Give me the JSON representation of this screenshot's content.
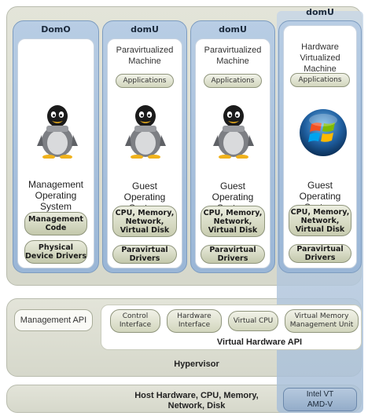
{
  "domains": [
    {
      "header": "DomO",
      "title": "",
      "os": "Management Operating System",
      "components": [
        "Management Code",
        "Physical Device Drivers"
      ],
      "logo": "linux-tux-icon"
    },
    {
      "header": "domU",
      "title": "Paravirtualized Machine",
      "applications": "Applications",
      "os": "Guest Operating System",
      "components": [
        "CPU, Memory, Network, Virtual Disk",
        "Paravirtual Drivers"
      ],
      "logo": "linux-tux-icon"
    },
    {
      "header": "domU",
      "title": "Paravirtualized Machine",
      "applications": "Applications",
      "os": "Guest Operating System",
      "components": [
        "CPU, Memory, Network, Virtual Disk",
        "Paravirtual Drivers"
      ],
      "logo": "linux-tux-icon"
    },
    {
      "header": "domU",
      "title": "Hardware Virtualized Machine",
      "applications": "Applications",
      "os": "Guest Operating System",
      "components": [
        "CPU, Memory, Network, Virtual Disk",
        "Paravirtual Drivers"
      ],
      "logo": "windows-logo-icon"
    }
  ],
  "hypervisor": {
    "management_api": "Management API",
    "virtual_hardware": [
      "Control Interface",
      "Hardware Interface",
      "Virtual CPU",
      "Virtual Memory Management Unit"
    ],
    "virtual_hardware_label": "Virtual Hardware API",
    "label": "Hypervisor"
  },
  "host": {
    "label": "Host Hardware, CPU, Memory, Network, Disk",
    "extensions": "Intel VT AMD-V"
  },
  "colors": {
    "domain_blue": "#9ab6d6",
    "panel_gray": "#d6d8cb",
    "component_olive": "#c3c8ab"
  }
}
